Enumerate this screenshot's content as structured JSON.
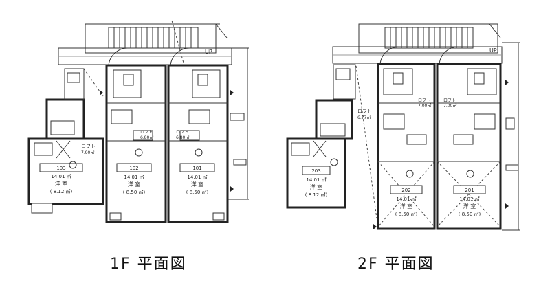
{
  "captions": {
    "floor1": "1F 平面図",
    "floor2": "2F 平面図"
  },
  "floor1": {
    "up_label": "UP",
    "units": [
      {
        "number": "103",
        "area": "14.01 ㎡",
        "room": "洋 室",
        "size": "( 8.12 ㎡)"
      },
      {
        "number": "102",
        "area": "14.01 ㎡",
        "room": "洋 室",
        "size": "( 8.50 ㎡)"
      },
      {
        "number": "101",
        "area": "14.01 ㎡",
        "room": "洋 室",
        "size": "( 8.50 ㎡)"
      }
    ],
    "lofts": [
      {
        "label": "ロフト",
        "size": "7.90㎡"
      },
      {
        "label": "ロフト",
        "size": "6.80㎡"
      },
      {
        "label": "ロフト",
        "size": "6.80㎡"
      }
    ]
  },
  "floor2": {
    "up_label": "UP",
    "units": [
      {
        "number": "203",
        "area": "14.01 ㎡",
        "room": "洋 室",
        "size": "( 8.12 ㎡)"
      },
      {
        "number": "202",
        "area": "14.01 ㎡",
        "room": "洋 室",
        "size": "( 8.50 ㎡)"
      },
      {
        "number": "201",
        "area": "14.01 ㎡",
        "room": "洋 室",
        "size": "( 8.50 ㎡)"
      }
    ],
    "lofts": [
      {
        "label": "ロフト",
        "size": "6.77㎡"
      },
      {
        "label": "ロフト",
        "size": "7.00㎡"
      },
      {
        "label": "ロフト",
        "size": "7.00㎡"
      }
    ]
  }
}
